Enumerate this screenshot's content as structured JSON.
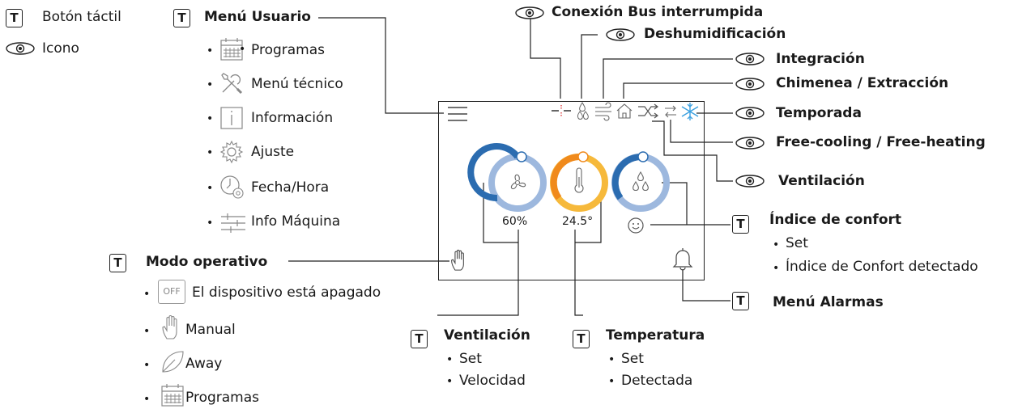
{
  "legend": {
    "touch_button": "Botón táctil",
    "icon": "Icono"
  },
  "user_menu": {
    "title": "Menú Usuario",
    "items": [
      "Programas",
      "Menú técnico",
      "Información",
      "Ajuste",
      "Fecha/Hora",
      "Info Máquina"
    ]
  },
  "operating_mode": {
    "title": "Modo operativo",
    "off_badge": "OFF",
    "items": [
      "El dispositivo está apagado",
      "Manual",
      "Away",
      "Programas"
    ]
  },
  "top_callouts": {
    "bus": "Conexión Bus interrumpida",
    "dehumid": "Deshumidificación",
    "integration": "Integración",
    "chimney": "Chimenea / Extracción",
    "season": "Temporada",
    "free": "Free-cooling / Free-heating",
    "ventilation_icon": "Ventilación"
  },
  "comfort": {
    "title": "Índice de confort",
    "items": [
      "Set",
      "Índice de Confort detectado"
    ]
  },
  "alarms": {
    "title": "Menú Alarmas"
  },
  "ventilation": {
    "title": "Ventilación",
    "items": [
      "Set",
      "Velocidad"
    ],
    "value": "60%"
  },
  "temperature": {
    "title": "Temperatura",
    "items": [
      "Set",
      "Detectada"
    ],
    "value": "24.5°"
  },
  "colors": {
    "blue_dark": "#2b6cb0",
    "blue_light": "#9db8de",
    "orange": "#f08a1c",
    "yellow": "#f6b93b",
    "season_blue": "#3aa0e0"
  }
}
